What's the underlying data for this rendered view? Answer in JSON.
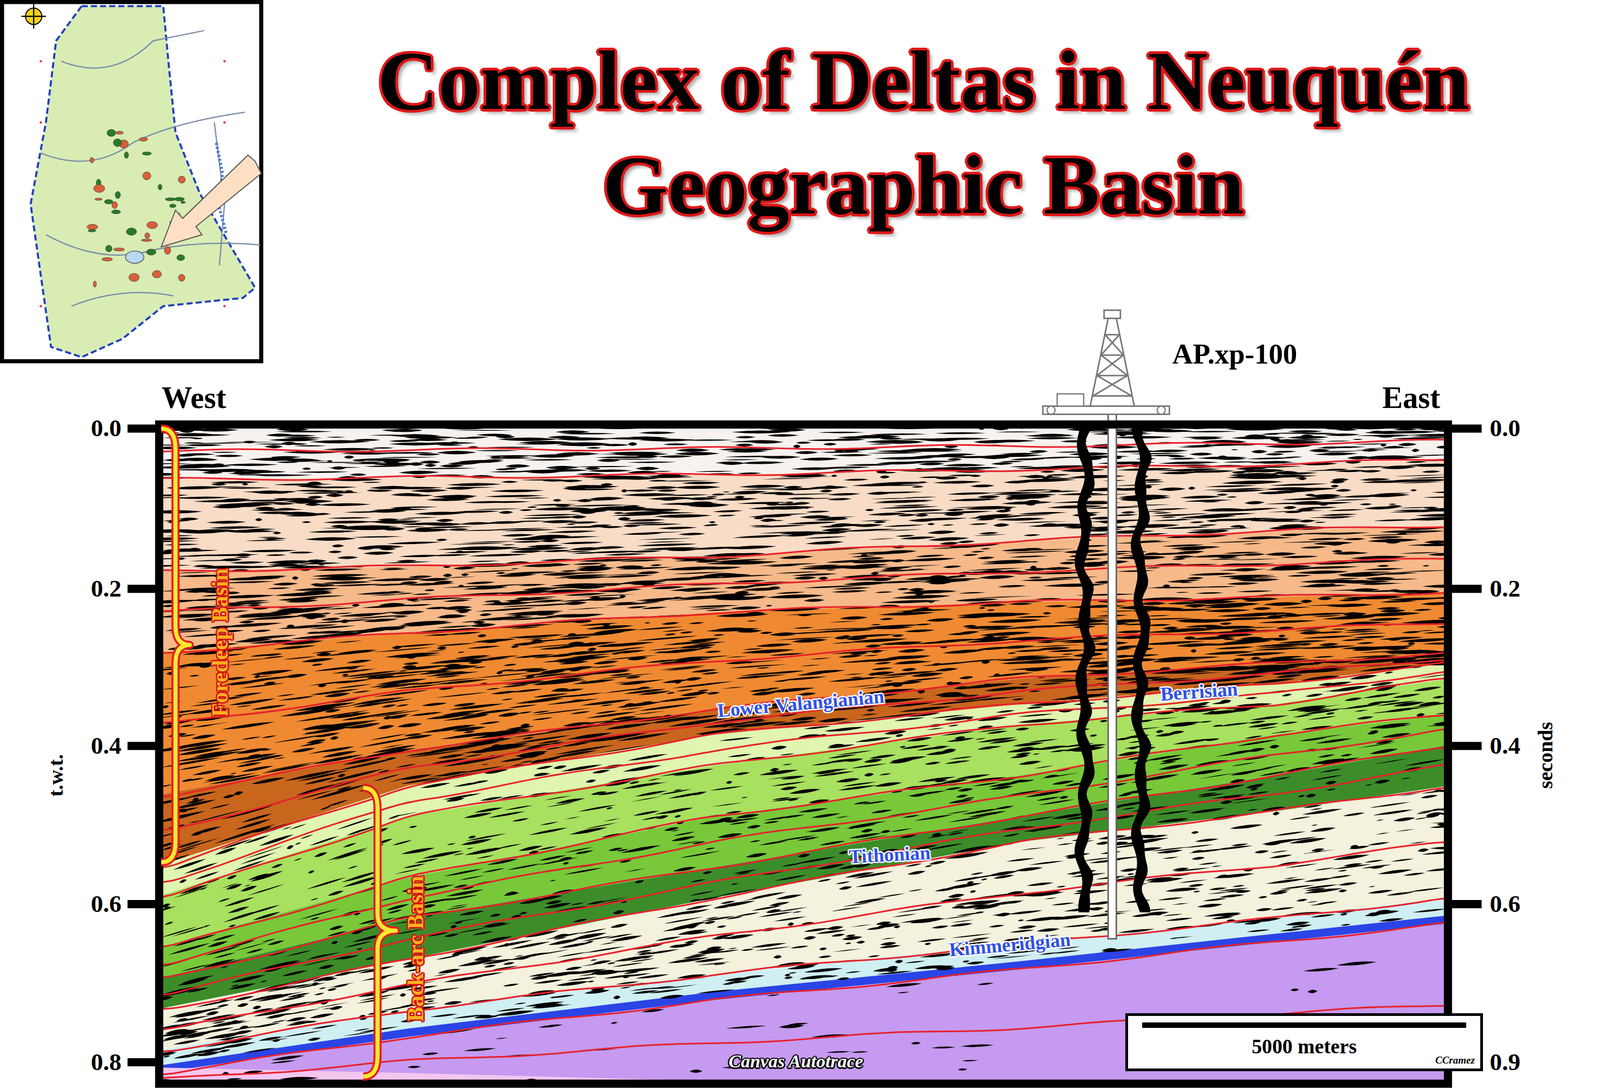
{
  "diagram": {
    "title": "Complex of Deltas in Neuquén Geographic Basin",
    "nodes": [
      {
        "text": [
          "5000 meters",
          "CCramez"
        ]
      }
    ],
    "labels": [
      "West",
      "East",
      "AP.xp-100",
      "0.0",
      "0.2",
      "0.4",
      "0.6",
      "0.8",
      "0.0",
      "0.2",
      "0.4",
      "0.6",
      "0.9",
      "t.w.t.",
      "seconds",
      "Foredeep Basin",
      "Back-arc Basin",
      "Lower Valangianian",
      "Berrisian",
      "Tithonian",
      "Kimmeridgian",
      "Canvas Autotrace"
    ]
  }
}
